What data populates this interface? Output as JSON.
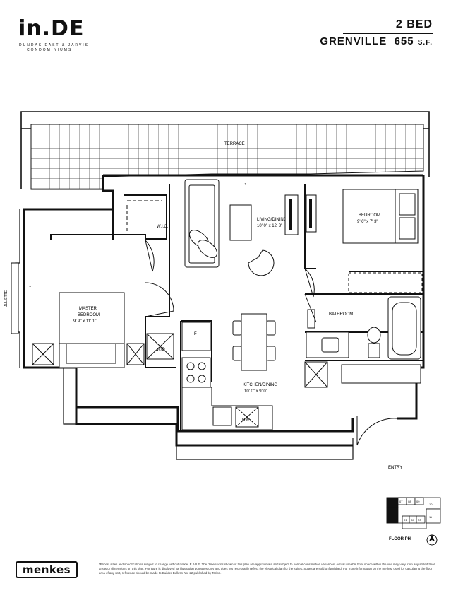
{
  "header": {
    "logo": "in.DE",
    "logo_line1": "DUNDAS EAST & JARVIS",
    "logo_line2": "CONDOMINIUMS",
    "bedrooms": "2 BED",
    "suite_name": "GRENVILLE",
    "area_value": "655",
    "area_unit": "S.F."
  },
  "rooms": {
    "terrace": "TERRACE",
    "wic": "W.I.C.",
    "living": "LIVING/DINING",
    "living_dim": "10' 0\" x 12' 3\"",
    "bedroom": "BEDROOM",
    "bedroom_dim": "9' 6\" x 7' 3\"",
    "master": "MASTER",
    "master2": "BEDROOM",
    "master_dim": "9' 9\" x 11' 1\"",
    "juliette": "JULIETTE",
    "bathroom": "BATHROOM",
    "wd": "W/D",
    "fridge": "F",
    "dw": "DW",
    "kitchen": "KITCHEN/DINING",
    "kitchen_dim": "10' 0\" x 9' 0\"",
    "entry": "ENTRY"
  },
  "keyplan": {
    "label": "FLOOR PH",
    "units": [
      "07",
      "08",
      "09",
      "10",
      "01",
      "02",
      "03",
      "11"
    ]
  },
  "footer": {
    "brand": "menkes",
    "disclaimer": "*Prices, sizes and specifications subject to change without notice. E.&O.E. The dimensions shown of this plan are approximate and subject to normal construction variances. Actual useable floor space within the unit may vary from any stated floor areas or dimensions on this plan. Furniture is displayed for illustration purposes only and does not necessarily reflect the electrical plan for the suites. Suites are sold unfurnished. For more information on the method used for calculating the floor area of any unit, reference should be made to Builder Bulletin No. 22 published by Tarion."
  }
}
